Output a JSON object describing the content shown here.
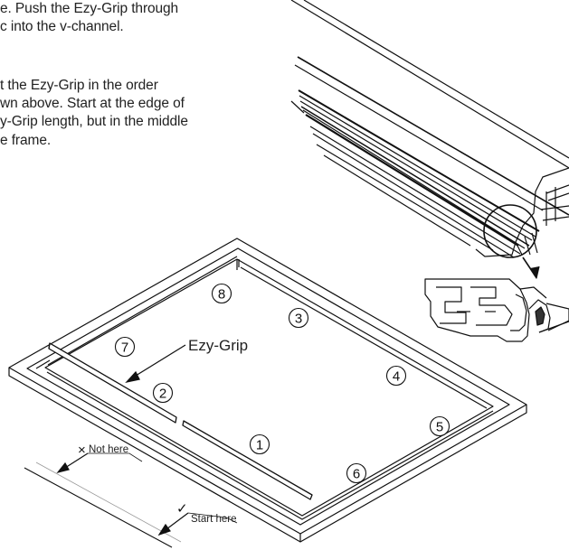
{
  "instructions": {
    "para1": [
      "e. Push the Ezy-Grip through",
      "c into the v-channel."
    ],
    "para2": [
      "t the Ezy-Grip in the order",
      "wn above. Start at the edge of",
      "y-Grip length, but in the middle",
      "e frame."
    ]
  },
  "labels": {
    "ezy_grip": "Ezy-Grip",
    "not_here": "Not here",
    "start_here": "Start here",
    "not_here_mark": "×",
    "start_here_mark": "✓"
  },
  "order_numbers": [
    "1",
    "2",
    "3",
    "4",
    "5",
    "6",
    "7",
    "8"
  ]
}
